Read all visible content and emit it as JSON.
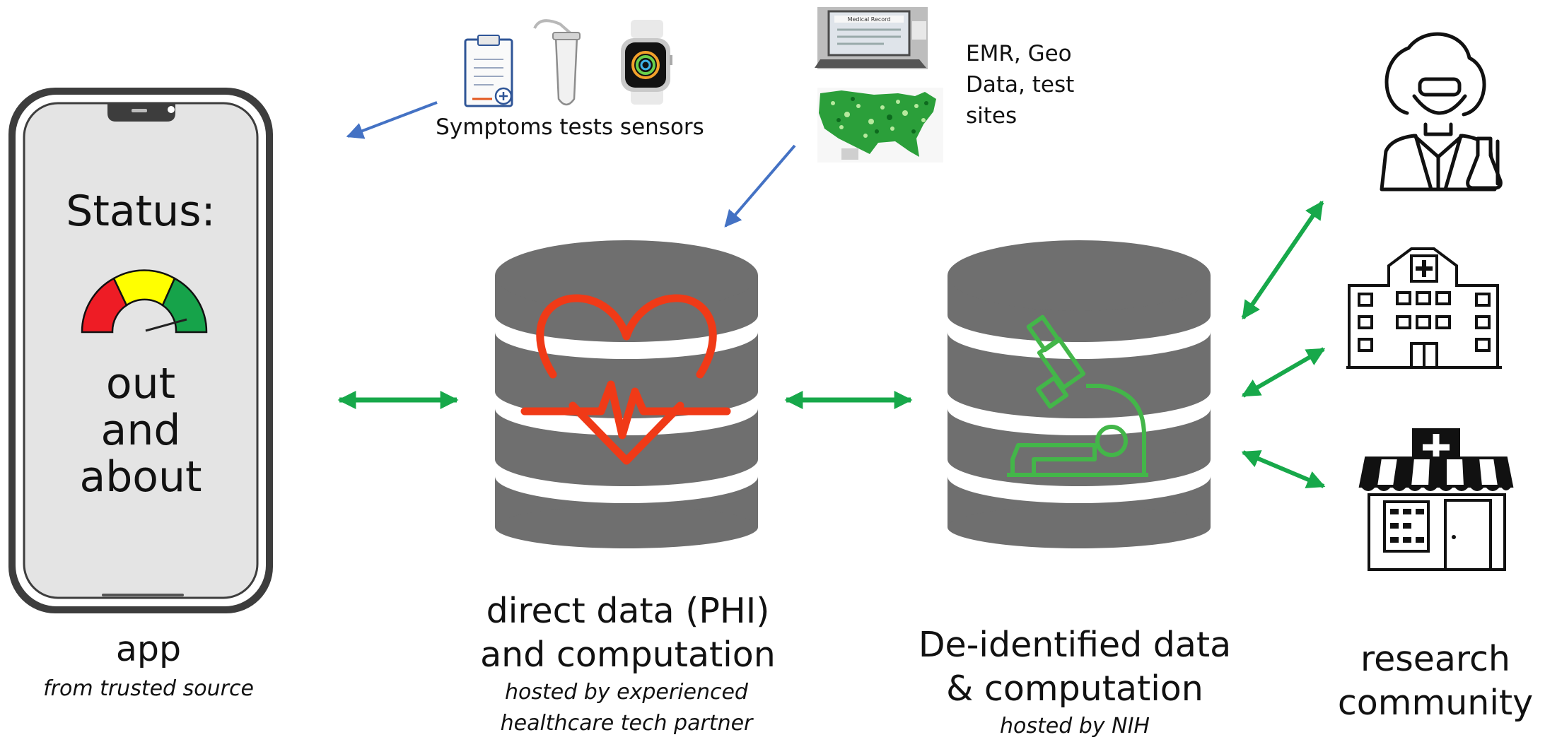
{
  "phone": {
    "status_label": "Status:",
    "status_value": "out and about"
  },
  "app": {
    "title": "app",
    "subtitle": "from trusted source"
  },
  "inputs": {
    "sensors_label": "Symptoms tests sensors",
    "external_label": "EMR, Geo Data, test sites",
    "medical_record_caption": "Medical Record"
  },
  "phi_db": {
    "title": "direct data (PHI) and computation",
    "subtitle": "hosted by experienced healthcare tech partner"
  },
  "deid_db": {
    "title": "De-identified data & computation",
    "subtitle": "hosted by NIH"
  },
  "research": {
    "title": "research community"
  },
  "colors": {
    "database_gray": "#6f6f6f",
    "heart_red": "#f03a17",
    "microscope_green": "#43b649",
    "arrow_green": "#17a84a",
    "arrow_blue": "#4472c4",
    "gauge_red": "#ee1c25",
    "gauge_yellow": "#ffff00",
    "gauge_green": "#16a34a"
  },
  "icons": [
    "clipboard-icon",
    "test-tube-icon",
    "smartwatch-icon",
    "laptop-icon",
    "us-map-icon",
    "heart-pulse-icon",
    "microscope-icon",
    "researcher-icon",
    "hospital-icon",
    "pharmacy-icon",
    "gauge-icon"
  ]
}
